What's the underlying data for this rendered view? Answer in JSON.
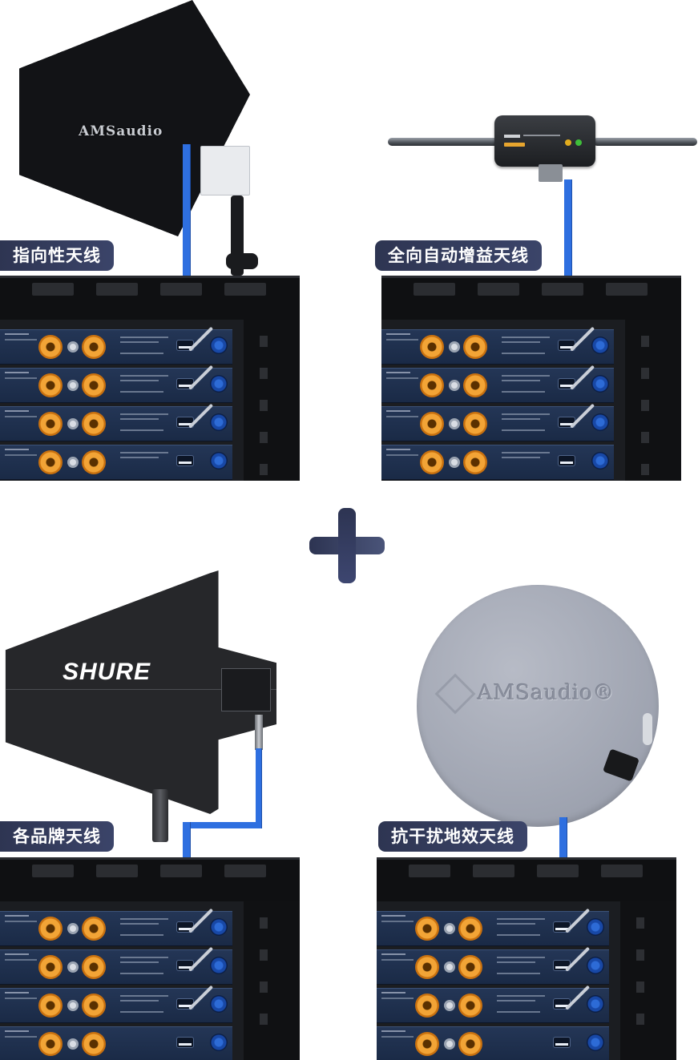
{
  "labels": {
    "directional": "指向性天线",
    "omni_gain": "全向自动增益天线",
    "brands": "各品牌天线",
    "anti_interference": "抗干扰地效天线"
  },
  "logos": {
    "ams_top": "AMSaudio",
    "shure": "SHURE",
    "ams_paddle": "AMSaudio®"
  },
  "colors": {
    "cable": "#2e6fe0",
    "tag_bg": "#2e3552",
    "plus": "#2d3452",
    "rack_unit": "#1f3050",
    "xlr": "#f2a436"
  },
  "icons": {
    "plus": "plus-icon"
  }
}
